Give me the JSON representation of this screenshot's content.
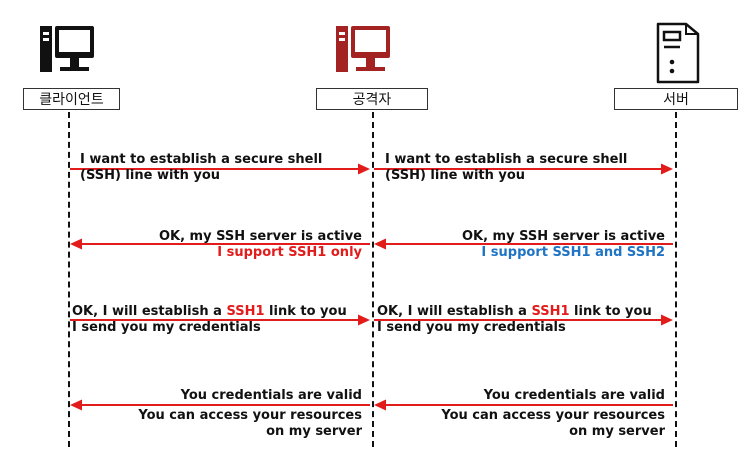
{
  "actors": {
    "client": "클라이언트",
    "attacker": "공격자",
    "server": "서버"
  },
  "messages": {
    "m1_left": {
      "line1": "I want to establish a secure shell",
      "line2": "(SSH)  line with you"
    },
    "m1_right": {
      "line1": "I want to establish a secure shell",
      "line2": "(SSH)  line with you"
    },
    "m2_left": {
      "line1": "OK, my SSH server is active",
      "line2": "I support SSH1 only"
    },
    "m2_right": {
      "line1": "OK, my SSH server is active",
      "line2": "I support SSH1 and SSH2"
    },
    "m3_left": {
      "pre": "OK, I will establish a ",
      "hl": "SSH1",
      "post": " link to you",
      "line2": "I send you my credentials"
    },
    "m3_right": {
      "pre": "OK, I will establish a ",
      "hl": "SSH1",
      "post": " link to you",
      "line2": "I send you my credentials"
    },
    "m4_left": {
      "line1": "You credentials are valid",
      "line2": "You can access your resources",
      "line3": "on my server"
    },
    "m4_right": {
      "line1": "You credentials are valid",
      "line2": "You can access your resources",
      "line3": "on my server"
    }
  },
  "colors": {
    "arrow": "#e21b1b",
    "attacker_icon": "#a32323",
    "highlight_red": "#e21b1b",
    "highlight_blue": "#1f74c4"
  },
  "icons": {
    "client": "desktop-computer-icon",
    "attacker": "desktop-computer-icon",
    "server": "server-tower-icon"
  }
}
